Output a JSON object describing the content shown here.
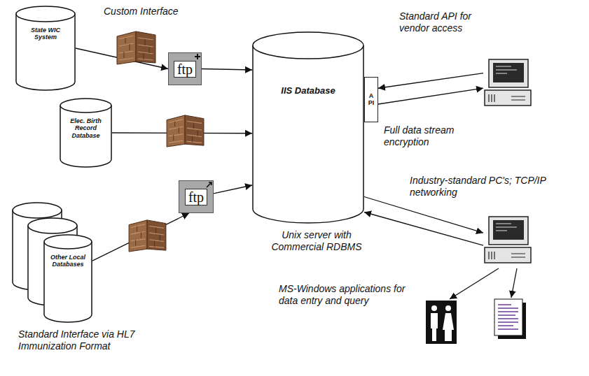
{
  "diagram": {
    "nodes": [
      {
        "text": [
          "State WIC System"
        ]
      },
      {
        "text": [
          "ftp"
        ]
      },
      {
        "text": [
          "Elec. Birth Record Database"
        ]
      },
      {
        "text": [
          "Other Local Databases"
        ]
      },
      {
        "text": [
          "ftp"
        ]
      },
      {
        "text": [
          "IIS Database"
        ]
      },
      {
        "text": [
          "API"
        ]
      },
      {
        "text": [
          "Standard API for vendor access"
        ]
      },
      {
        "text": [
          "Industry-standard PC's; TCP/IP networking"
        ]
      }
    ],
    "edges": [
      {
        "from": 0,
        "to": 1,
        "arrow": "to"
      },
      {
        "from": 1,
        "to": 5,
        "arrow": "to"
      },
      {
        "from": 2,
        "to": 5,
        "arrow": "to"
      },
      {
        "from": 3,
        "to": 4,
        "arrow": "to"
      },
      {
        "from": 4,
        "to": 5,
        "arrow": "to"
      },
      {
        "from": 7,
        "to": 6,
        "arrow": "to"
      },
      {
        "from": 6,
        "to": 7,
        "arrow": "to"
      },
      {
        "from": 5,
        "to": 8,
        "arrow": "to"
      },
      {
        "from": 8,
        "to": 5,
        "arrow": "to"
      }
    ],
    "labels": [
      "Custom Interface",
      "Full data stream encryption",
      "Unix server with Commercial RDBMS",
      "Standard Interface via HL7 Immunization Format",
      "MS-Windows applications for data entry and query"
    ]
  }
}
